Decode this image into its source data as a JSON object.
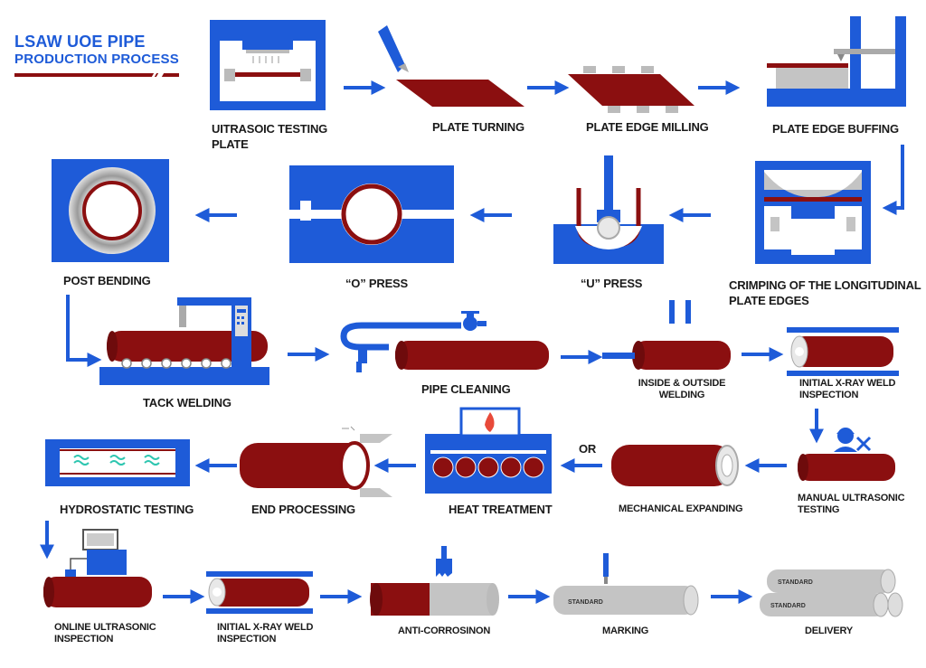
{
  "title": {
    "line1": "LSAW UOE PIPE",
    "line2": "PRODUCTION PROCESS"
  },
  "steps": {
    "ultrasonic_testing_plate": "UITRASOIC TESTING\nPLATE",
    "plate_turning": "PLATE TURNING",
    "plate_edge_milling": "PLATE EDGE MILLING",
    "plate_edge_buffing": "PLATE EDGE BUFFING",
    "crimping": "CRIMPING OF THE LONGITUDINAL\nPLATE EDGES",
    "u_press": "“U” PRESS",
    "o_press": "“O” PRESS",
    "post_bending": "POST BENDING",
    "tack_welding": "TACK WELDING",
    "pipe_cleaning": "PIPE CLEANING",
    "inside_outside_welding": "INSIDE & OUTSIDE\nWELDING",
    "initial_xray_1": "INITIAL X-RAY WELD\nINSPECTION",
    "manual_ultrasonic": "MANUAL ULTRASONIC\nTESTING",
    "mechanical_expanding": "MECHANICAL EXPANDING",
    "or": "OR",
    "heat_treatment": "HEAT TREATMENT",
    "end_processing": "END PROCESSING",
    "hydrostatic_testing": "HYDROSTATIC TESTING",
    "online_ultrasonic": "ONLINE ULTRASONIC\nINSPECTION",
    "initial_xray_2": "INITIAL X-RAY WELD\nINSPECTION",
    "anti_corrosion": "ANTI-CORROSINON",
    "marking": "MARKING",
    "delivery": "DELIVERY"
  },
  "stamps": {
    "standard": "STANDARD"
  },
  "colors": {
    "blue": "#1e5bd8",
    "pipe": "#8b0f10",
    "steel": "#c4c4c4",
    "water": "#2ec6b0"
  },
  "icons": [
    "flame-icon",
    "worker-icon",
    "wrench-icon",
    "paint-brush-icon",
    "valve-icon",
    "water-wave-icon"
  ]
}
